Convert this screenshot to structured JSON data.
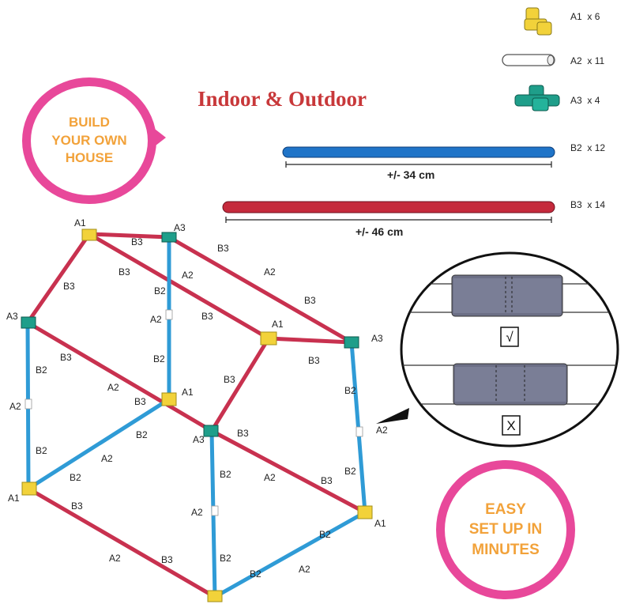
{
  "heading": "Indoor & Outdoor",
  "bubble_build": "BUILD\nYOUR OWN\nHOUSE",
  "bubble_easy": "EASY\nSET UP IN\nMINUTES",
  "legend": [
    {
      "part": "A1",
      "count": "x 6"
    },
    {
      "part": "A2",
      "count": "x 11"
    },
    {
      "part": "A3",
      "count": "x 4"
    },
    {
      "part": "B2",
      "count": "x 12"
    },
    {
      "part": "B3",
      "count": "x 14"
    }
  ],
  "measure_b2": "+/- 34 cm",
  "measure_b3": "+/- 46 cm",
  "inset": {
    "correct_symbol": "√",
    "wrong_symbol": "X"
  },
  "diagram_labels": {
    "A1": "A1",
    "A2": "A2",
    "A3": "A3",
    "B2": "B2",
    "B3": "B3"
  },
  "colors": {
    "pink": "#e8489a",
    "orange_text": "#f2a23a",
    "title_red": "#c8383a",
    "rod_blue": "#2f9bd6",
    "rod_red": "#c8314f",
    "conn_yellow": "#f2d23a",
    "conn_teal": "#1f9e8a",
    "legend_blue": "#1f74c8",
    "legend_red": "#c52a3c"
  }
}
